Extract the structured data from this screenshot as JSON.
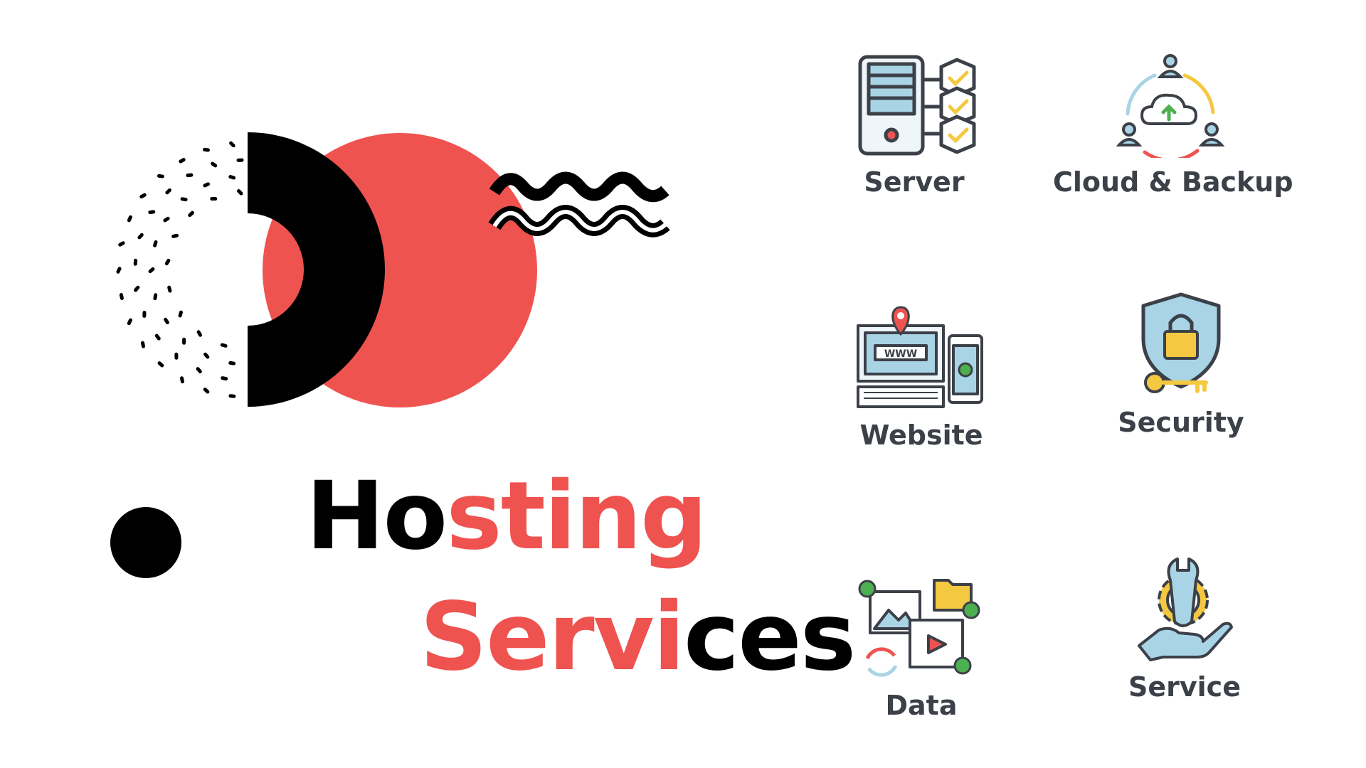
{
  "title": {
    "line1": {
      "dark": "Ho",
      "accent": "sting"
    },
    "line2": {
      "accent": "Servi",
      "dark": "ces"
    }
  },
  "services": [
    {
      "label": "Server",
      "icon": "server-icon"
    },
    {
      "label": "Cloud & Backup",
      "icon": "cloud-backup-icon"
    },
    {
      "label": "Website",
      "icon": "website-icon"
    },
    {
      "label": "Security",
      "icon": "security-shield-icon"
    },
    {
      "label": "Data",
      "icon": "data-files-icon"
    },
    {
      "label": "Service",
      "icon": "service-gear-hand-icon"
    }
  ],
  "colors": {
    "accent": "#ef5350",
    "dark": "#000000",
    "label": "#3c4048",
    "icon_outline": "#3c4048",
    "icon_blue": "#a9d4e6",
    "icon_yellow": "#f5c842",
    "icon_green": "#4caf50"
  }
}
